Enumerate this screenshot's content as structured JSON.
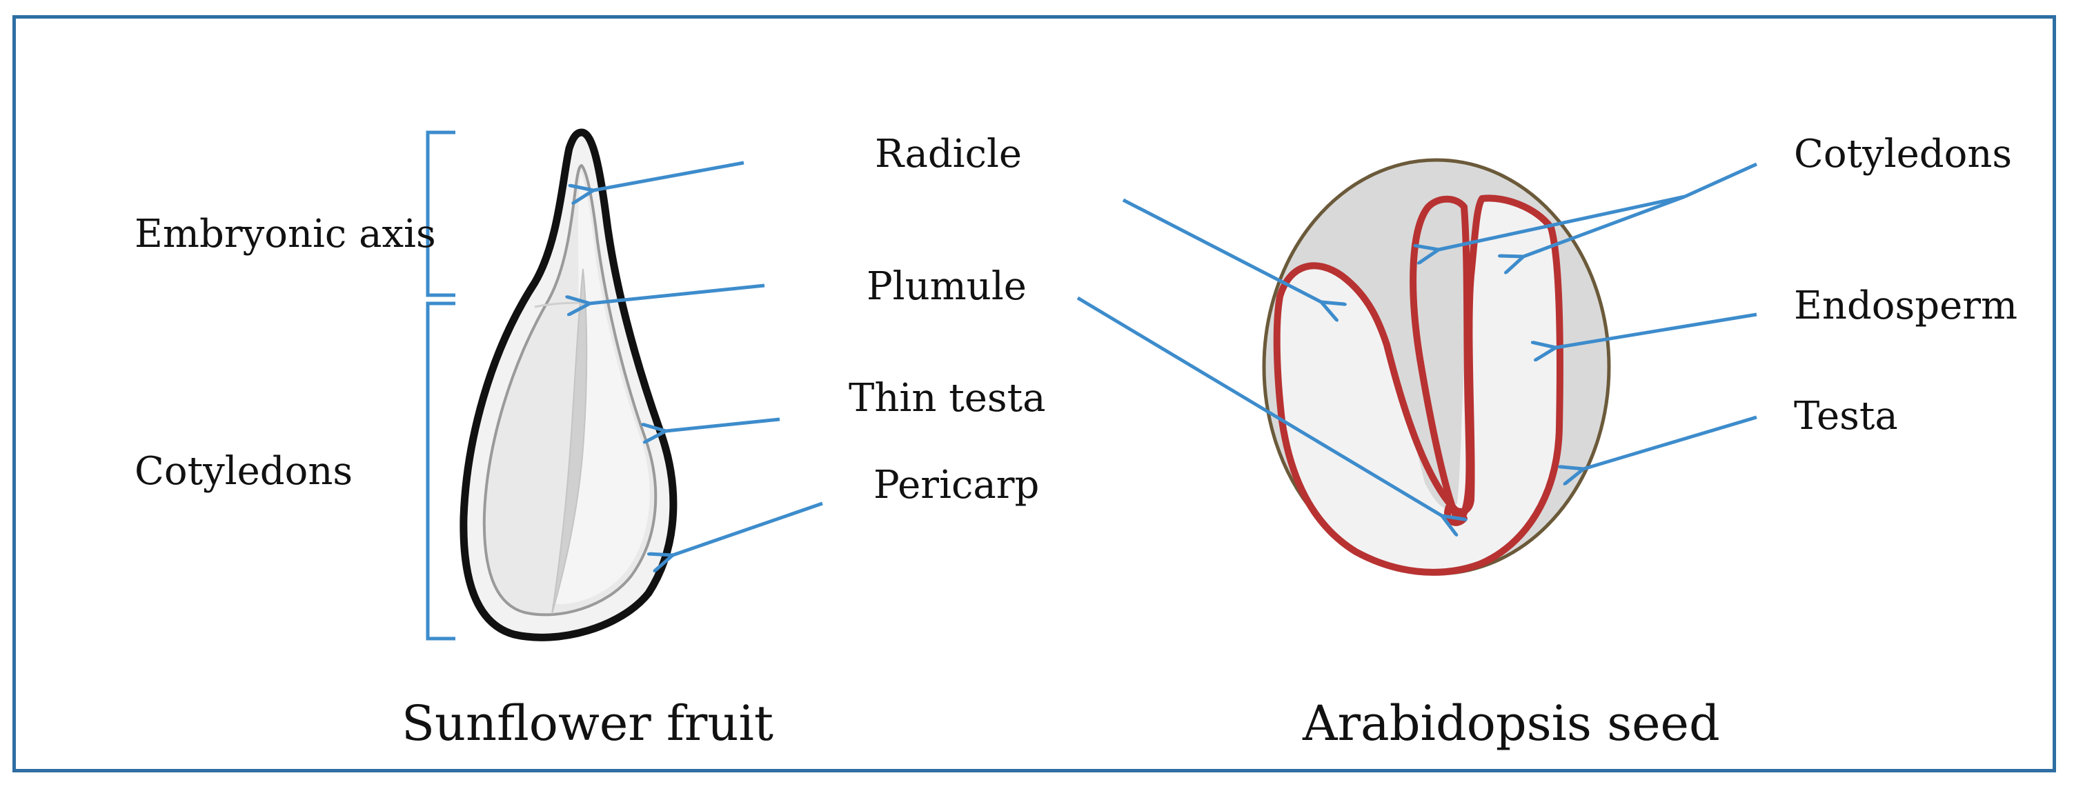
{
  "colors": {
    "frame": "#2e6ea3",
    "arrow": "#3d8ccc",
    "bracket": "#3d8ccc",
    "sunflower_outline": "#111111",
    "arabidopsis_outline": "#6b5a3a",
    "arabidopsis_endosperm": "#d9d9d9",
    "embryo_red": "#b83232"
  },
  "sunflower": {
    "title": "Sunflower fruit",
    "labels": {
      "embryonic_axis": "Embryonic axis",
      "cotyledons": "Cotyledons",
      "radicle": "Radicle",
      "plumule": "Plumule",
      "thin_testa": "Thin testa",
      "pericarp": "Pericarp"
    }
  },
  "arabidopsis": {
    "title": "Arabidopsis seed",
    "labels": {
      "cotyledons": "Cotyledons",
      "endosperm": "Endosperm",
      "testa": "Testa"
    }
  }
}
